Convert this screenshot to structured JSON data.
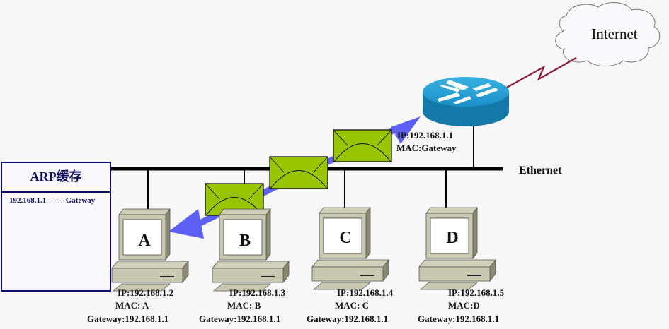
{
  "cloud": {
    "label": "Internet"
  },
  "network": {
    "label": "Ethernet"
  },
  "router": {
    "ip": "IP:192.168.1.1",
    "mac": "MAC:Gateway"
  },
  "arp_cache": {
    "title": "ARP缓存",
    "entries": [
      "192.168.1.1 ------ Gateway"
    ]
  },
  "hosts": [
    {
      "name": "A",
      "ip": "IP:192.168.1.2",
      "mac": "MAC: A",
      "gateway": "Gateway:192.168.1.1"
    },
    {
      "name": "B",
      "ip": "IP:192.168.1.3",
      "mac": "MAC: B",
      "gateway": "Gateway:192.168.1.1"
    },
    {
      "name": "C",
      "ip": "IP:192.168.1.4",
      "mac": "MAC: C",
      "gateway": "Gateway:192.168.1.1"
    },
    {
      "name": "D",
      "ip": "IP:192.168.1.5",
      "mac": "MAC:D",
      "gateway": "Gateway:192.168.1.1"
    }
  ],
  "colors": {
    "arrow": "#4a4cf5",
    "envelope": "#99c400",
    "router": "#1a8cc0",
    "wan_link": "#8a1a3a",
    "arp_border": "#0a0a70"
  }
}
